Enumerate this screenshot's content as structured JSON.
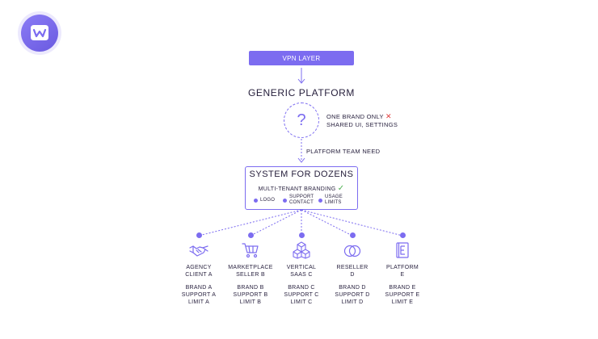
{
  "vpn_label": "VPN LAYER",
  "generic_title": "GENERIC PLATFORM",
  "question_mark": "?",
  "problem_notes": {
    "line1": "ONE BRAND ONLY",
    "line1_mark": "✕",
    "line2": "SHARED UI, SETTINGS"
  },
  "platform_need": "PLATFORM TEAM NEED",
  "system": {
    "title": "SYSTEM FOR DOZENS",
    "subtitle": "MULTI-TENANT BRANDING",
    "subtitle_mark": "✓",
    "features": [
      {
        "line1": "LOGO",
        "line2": ""
      },
      {
        "line1": "SUPPORT",
        "line2": "CONTACT"
      },
      {
        "line1": "USAGE",
        "line2": "LIMITS"
      }
    ]
  },
  "clients": [
    {
      "icon": "handshake-icon",
      "name1": "AGENCY",
      "name2": "CLIENT A",
      "b1": "BRAND A",
      "b2": "SUPPORT A",
      "b3": "LIMIT A"
    },
    {
      "icon": "cart-icon",
      "name1": "MARKETPLACE",
      "name2": "SELLER B",
      "b1": "BRAND B",
      "b2": "SUPPORT B",
      "b3": "LIMIT B"
    },
    {
      "icon": "cubes-icon",
      "name1": "VERTICAL",
      "name2": "SAAS C",
      "b1": "BRAND C",
      "b2": "SUPPORT C",
      "b3": "LIMIT C"
    },
    {
      "icon": "rings-icon",
      "name1": "RESELLER",
      "name2": "D",
      "b1": "BRAND D",
      "b2": "SUPPORT D",
      "b3": "LIMIT D"
    },
    {
      "icon": "platform-letter-icon",
      "name1": "PLATFORM",
      "name2": "E",
      "b1": "BRAND E",
      "b2": "SUPPORT E",
      "b3": "LIMIT E"
    }
  ],
  "colors": {
    "accent": "#7c6cf0",
    "error": "#e03a3a",
    "success": "#4caf50",
    "text": "#2a2340"
  }
}
